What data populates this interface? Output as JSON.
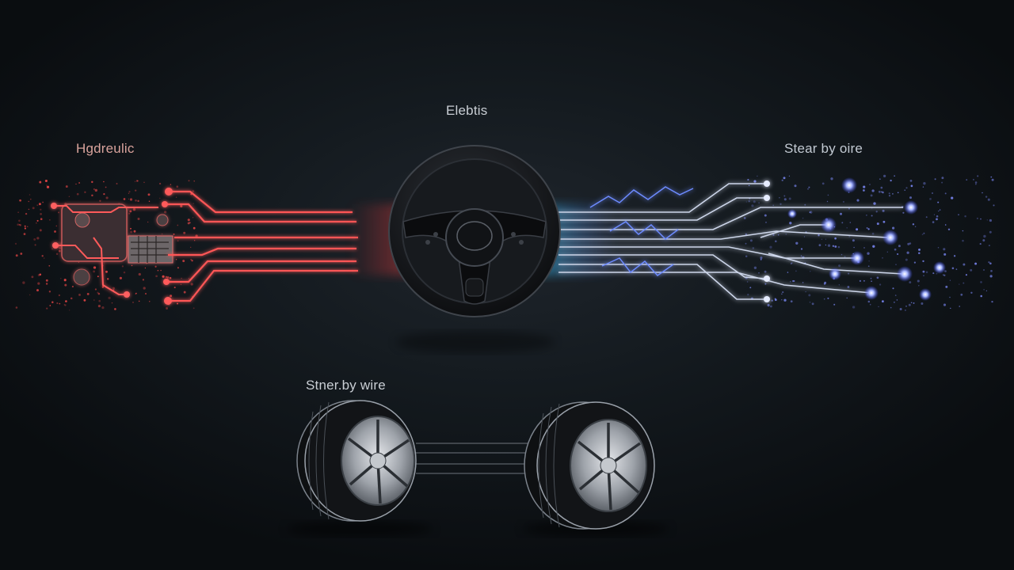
{
  "labels": {
    "hydraulic": "Hgdreulic",
    "electric": "Elebtis",
    "steer_by_wire_right": "Stear by oire",
    "steer_by_wire_bottom": "Stner.by wire"
  },
  "colors": {
    "background": "#0d1013",
    "hydraulic_accent": "#ff4a4a",
    "electric_accent": "#3fd8ff",
    "wire_accent": "#7f8dff",
    "wire_line": "#c8d2e6"
  },
  "icons": {
    "steering_wheel": "steering-wheel-icon",
    "hydraulic_block": "hydraulic-pump-icon",
    "tire_left": "tire-icon",
    "tire_right": "tire-icon"
  }
}
